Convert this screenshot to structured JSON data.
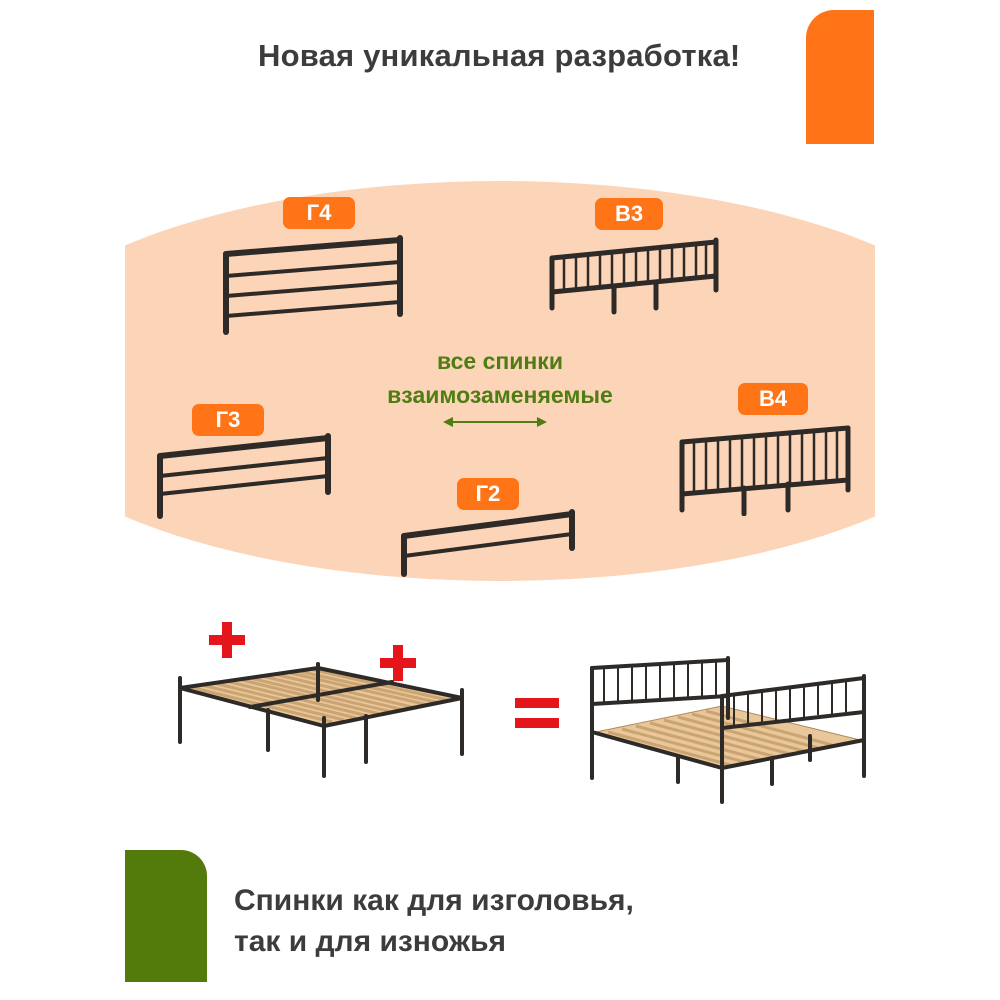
{
  "headline": "Новая уникальная разработка!",
  "badges": {
    "g4": "Г4",
    "v3": "В3",
    "g3": "Г3",
    "v4": "В4",
    "g2": "Г2"
  },
  "caption": {
    "line1": "все спинки",
    "line2": "взаимозаменяемые"
  },
  "bottom": {
    "line1": "Спинки как для изголовья,",
    "line2": "так и для изножья"
  },
  "colors": {
    "accent_orange": "#ff7416",
    "accent_green": "#537b0b",
    "blob": "#fcd5b8",
    "text_dark": "#3c3c3c",
    "caption_green": "#4f7d12",
    "plus_red": "#e4161c",
    "frame_metal": "#2e2a28"
  }
}
